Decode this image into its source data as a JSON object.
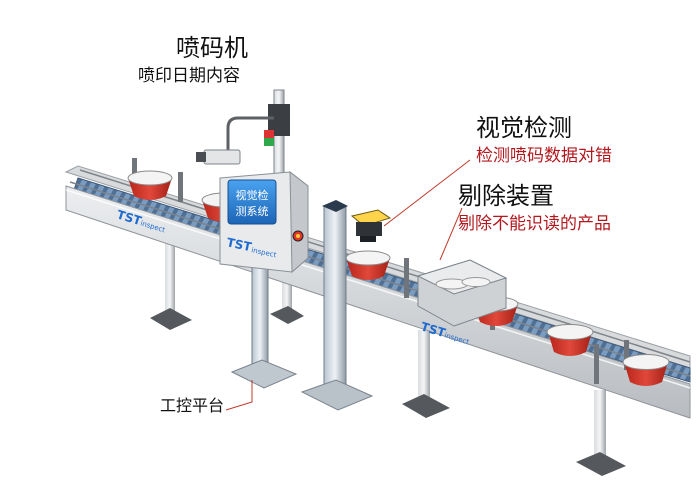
{
  "labels": {
    "printer_title": "喷码机",
    "printer_desc": "喷印日期内容",
    "vision_title": "视觉检测",
    "vision_desc": "检测喷码数据对错",
    "reject_title": "剔除装置",
    "reject_desc": "剔除不能识读的产品",
    "control_platform": "工控平台"
  },
  "cabinet_screen": [
    "视觉检",
    "测系统"
  ],
  "brand": {
    "tst": "TST",
    "sub": "inspect"
  },
  "colors": {
    "annotation_red": "#b3181e",
    "screen_blue": "#2a7fd4",
    "conveyor_gray": "#c9cbcd",
    "belt_blue": "#5d7fa6",
    "bowl_red": "#d43a2a"
  }
}
